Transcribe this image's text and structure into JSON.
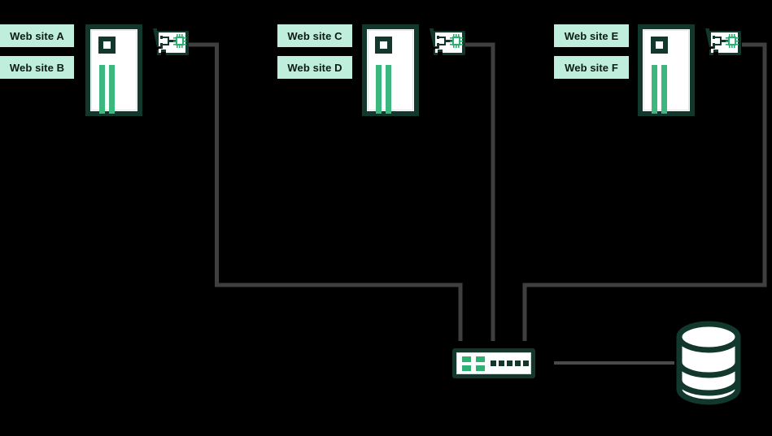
{
  "diagram": {
    "title": "",
    "background_color": "#000000",
    "colors": {
      "chip_background": "#bfeedd",
      "chip_text": "#0c1a16",
      "node_outline": "#12372c",
      "node_fill": "#ffffff",
      "accent_green": "#3cb87f",
      "wire": "#3f3f3f"
    },
    "groups": [
      {
        "id": "group-a",
        "labels": [
          {
            "id": "web-site-a",
            "text": "Web site A"
          },
          {
            "id": "web-site-b",
            "text": "Web site B"
          }
        ],
        "server": {
          "id": "server-1",
          "icon": "server-icon"
        },
        "nic": {
          "id": "network-card-1",
          "icon": "network-card-icon"
        }
      },
      {
        "id": "group-b",
        "labels": [
          {
            "id": "web-site-c",
            "text": "Web site C"
          },
          {
            "id": "web-site-d",
            "text": "Web site D"
          }
        ],
        "server": {
          "id": "server-2",
          "icon": "server-icon"
        },
        "nic": {
          "id": "network-card-2",
          "icon": "network-card-icon"
        }
      },
      {
        "id": "group-c",
        "labels": [
          {
            "id": "web-site-e",
            "text": "Web site E"
          },
          {
            "id": "web-site-f",
            "text": "Web site F"
          }
        ],
        "server": {
          "id": "server-3",
          "icon": "server-icon"
        },
        "nic": {
          "id": "network-card-3",
          "icon": "network-card-icon"
        }
      }
    ],
    "switch": {
      "id": "network-switch",
      "icon": "network-switch-icon",
      "label": "",
      "ports": 6,
      "status_lights": 4
    },
    "database": {
      "id": "database",
      "icon": "database-icon",
      "label": ""
    },
    "connections": [
      {
        "from": "network-card-1",
        "to": "network-switch"
      },
      {
        "from": "network-card-2",
        "to": "network-switch"
      },
      {
        "from": "network-card-3",
        "to": "network-switch"
      },
      {
        "from": "network-switch",
        "to": "database"
      }
    ]
  }
}
